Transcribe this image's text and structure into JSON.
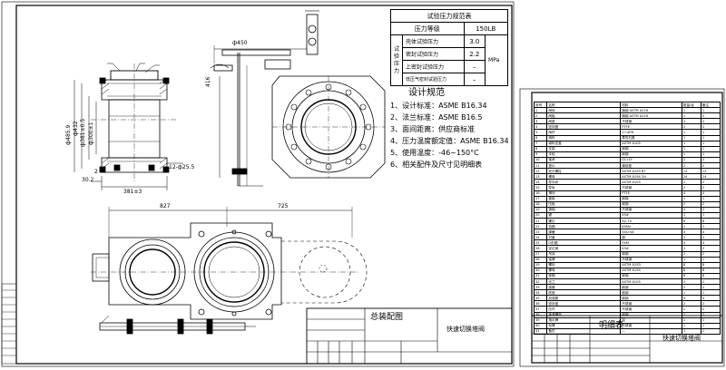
{
  "pressure_table": {
    "title": "试验压力规范表",
    "rating_label": "压力等级",
    "rating_value": "150LB",
    "group_label": "试验压力",
    "rows": [
      {
        "label": "壳体试验压力",
        "value": "3.0"
      },
      {
        "label": "密封试验压力",
        "value": "2.2"
      },
      {
        "label": "上密封试验压力",
        "value": "–"
      },
      {
        "label": "低压气密封试验压力",
        "value": "–"
      }
    ],
    "unit": "MPa"
  },
  "spec": {
    "title": "设计规范",
    "items": [
      "1、设计标准：ASME B16.34",
      "2、法兰标准：ASME B16.5",
      "3、面间距离：供应商标准",
      "4、压力温度额定值：ASME B16.34",
      "5、使用温度：-46~150°C",
      "6、相关配件及尺寸见明细表"
    ]
  },
  "dims": {
    "d450": "ф450",
    "h416": "416",
    "d4855": "ф485.9",
    "d432": "ф432",
    "d3810": "ф381±0.5",
    "d300": "ф300±1",
    "bolts": "12-ф25.5",
    "len381": "381±3",
    "len30": "30.2",
    "len2": "2",
    "w827": "827",
    "w725": "725"
  },
  "title_block_left": {
    "name": "总装配图",
    "product": "快速切换塔阀"
  },
  "title_block_right": {
    "name": "明细表",
    "product": "快速切换塔阀"
  },
  "bom": {
    "headers": [
      "序号",
      "名称",
      "材料",
      "数量/台",
      "备注"
    ],
    "rows": [
      [
        "1",
        "阀体",
        "铸钢 ASTM A216",
        "1",
        "1"
      ],
      [
        "2",
        "阀板",
        "铸钢 ASTM A216",
        "1",
        "2"
      ],
      [
        "3",
        "阀座",
        "不锈钢",
        "2",
        "2"
      ],
      [
        "4",
        "密封圈",
        "PTFE",
        "2",
        "2"
      ],
      [
        "5",
        "阀杆",
        "17-4PH",
        "1",
        "1"
      ],
      [
        "6",
        "填料",
        "柔性石墨",
        "1",
        "1"
      ],
      [
        "7",
        "填料压盖",
        "ASTM A105",
        "1",
        "1"
      ],
      [
        "8",
        "支架",
        "碳钢",
        "1",
        "1"
      ],
      [
        "9",
        "手轮",
        "碳钢",
        "1",
        "1"
      ],
      [
        "10",
        "轴承",
        "GCr15",
        "2",
        "2"
      ],
      [
        "11",
        "垫片",
        "缠绕垫",
        "2",
        "2"
      ],
      [
        "12",
        "双头螺柱",
        "ASTM A193 B7",
        "12",
        "12"
      ],
      [
        "13",
        "螺母",
        "ASTM A194 2H",
        "24",
        "24"
      ],
      [
        "14",
        "导向块",
        "ASTM A105",
        "2",
        "2"
      ],
      [
        "15",
        "导轨",
        "不锈钢",
        "2",
        "2"
      ],
      [
        "16",
        "滑块",
        "PTFE",
        "4",
        "4"
      ],
      [
        "17",
        "盖板",
        "碳钢",
        "1",
        "1"
      ],
      [
        "18",
        "压板",
        "碳钢",
        "2",
        "2"
      ],
      [
        "19",
        "销轴",
        "不锈钢",
        "2",
        "2"
      ],
      [
        "20",
        "键",
        "45#",
        "1",
        "1"
      ],
      [
        "21",
        "螺钉",
        "A2-70",
        "8",
        "8"
      ],
      [
        "22",
        "挡圈",
        "65Mn",
        "2",
        "2"
      ],
      [
        "23",
        "弹簧",
        "50CrVA",
        "4",
        "4"
      ],
      [
        "24",
        "衬套",
        "铜",
        "2",
        "2"
      ],
      [
        "25",
        "O形圈",
        "FKM",
        "4",
        "4"
      ],
      [
        "26",
        "定位销",
        "45#",
        "2",
        "2"
      ],
      [
        "27",
        "吊耳",
        "碳钢",
        "2",
        "2"
      ],
      [
        "28",
        "铭牌",
        "不锈钢",
        "1",
        "1"
      ],
      [
        "29",
        "螺栓",
        "ASTM A193",
        "8",
        "8"
      ],
      [
        "30",
        "螺母",
        "ASTM A194",
        "8",
        "8"
      ],
      [
        "31",
        "垫圈",
        "碳钢",
        "8",
        "8"
      ],
      [
        "32",
        "法兰",
        "ASTM A105",
        "2",
        "2"
      ],
      [
        "33",
        "接管",
        "碳钢",
        "2",
        "2"
      ],
      [
        "34",
        "底座",
        "碳钢",
        "1",
        "1"
      ],
      [
        "35",
        "加强筋",
        "碳钢",
        "4",
        "4"
      ],
      [
        "36",
        "密封盘",
        "不锈钢",
        "2",
        "2"
      ],
      [
        "37",
        "压环",
        "不锈钢",
        "2",
        "2"
      ],
      [
        "38",
        "锁紧螺母",
        "碳钢",
        "2",
        "2"
      ],
      [
        "39",
        "指示牌",
        "铝",
        "1",
        "1"
      ],
      [
        "40",
        "标牌",
        "不锈钢",
        "1",
        "1"
      ],
      [
        "41",
        "备件",
        "—",
        "1",
        "1"
      ]
    ]
  }
}
